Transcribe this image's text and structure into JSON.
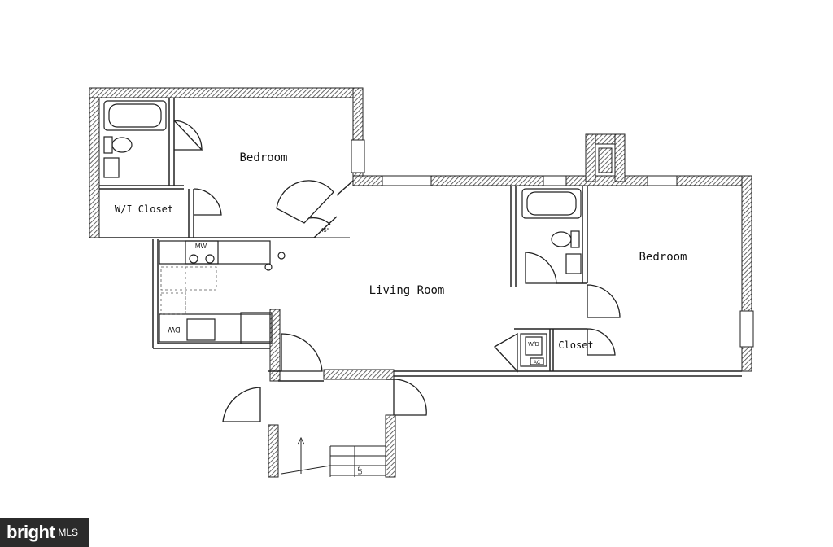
{
  "rooms": {
    "bedroom_left": "Bedroom",
    "bedroom_right": "Bedroom",
    "living_room": "Living Room",
    "wi_closet": "W/I Closet",
    "closet": "Closet"
  },
  "fixtures": {
    "microwave": "MW",
    "dishwasher": "DW",
    "washer_dryer": "W/D",
    "air_conditioner": "AC",
    "stairs_up": "UP"
  },
  "annotations": {
    "angle": "45°"
  },
  "watermark": {
    "brand": "bright",
    "suffix": "MLS"
  },
  "colors": {
    "wall_hatch": "#444444",
    "line": "#222222",
    "background": "#ffffff",
    "watermark_bg": "#2b2b2b"
  }
}
